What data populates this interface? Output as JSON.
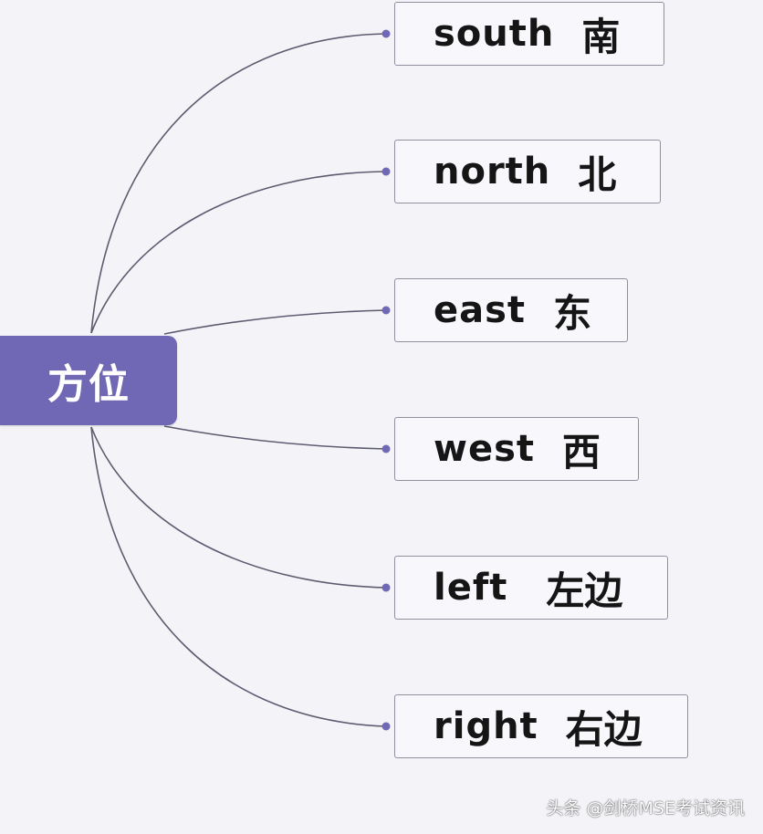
{
  "mindmap": {
    "root": {
      "label": "方位",
      "color": "#7068b4",
      "text_color": "#ffffff"
    },
    "branches": [
      {
        "en": "south",
        "zh": "南"
      },
      {
        "en": "north",
        "zh": "北"
      },
      {
        "en": "east",
        "zh": "东"
      },
      {
        "en": "west",
        "zh": "西"
      },
      {
        "en": "left",
        "zh": "左边"
      },
      {
        "en": "right",
        "zh": "右边"
      }
    ],
    "connector_color": "#5c5c70",
    "node_border_color": "#8f8fa0",
    "background_color": "#f4f4f8"
  },
  "watermark": {
    "text": "头条 @剑桥MSE考试资讯"
  }
}
